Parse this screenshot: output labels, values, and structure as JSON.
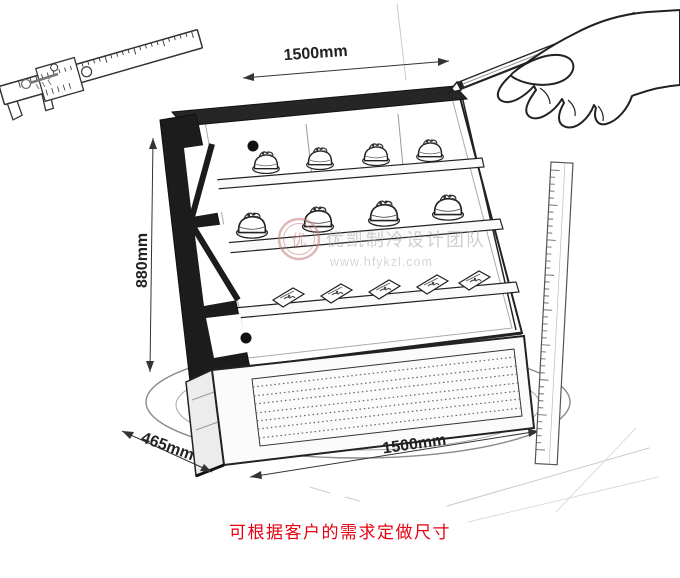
{
  "dimensions": {
    "top_width": "1500mm",
    "height": "880mm",
    "depth": "465mm",
    "bottom_width": "1500mm"
  },
  "watermark": {
    "logo_char": "优",
    "team": "优凯制冷设计团队",
    "url": "www.hfykzl.com"
  },
  "caption": "可根据客户的需求定做尺寸",
  "colors": {
    "ink": "#222222",
    "sketch_gray": "#b5b5b5",
    "caption_red": "#e60012",
    "watermark_gray": "#a9a9a9",
    "watermark_red": "#c47e7e"
  }
}
